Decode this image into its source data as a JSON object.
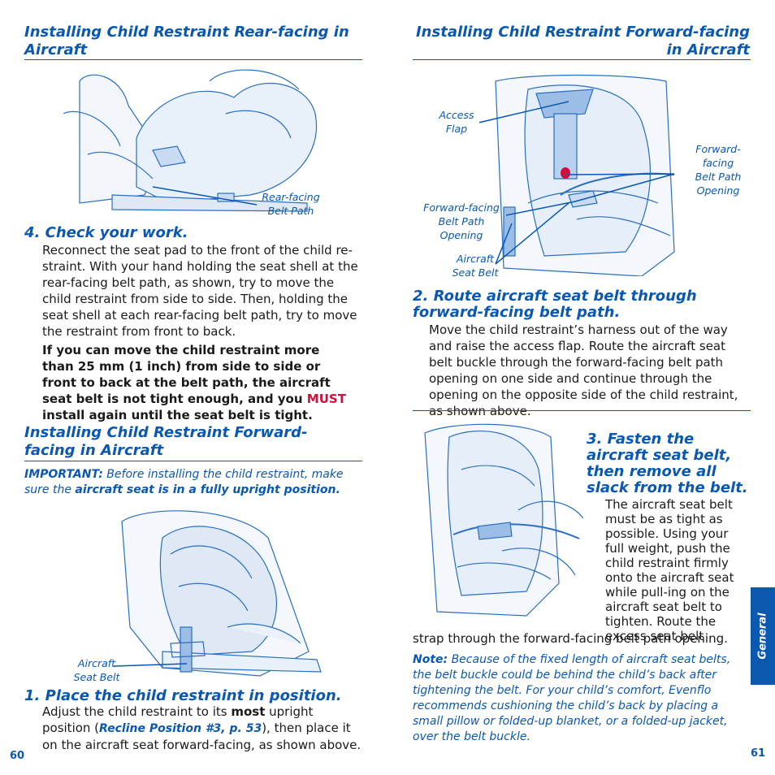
{
  "left": {
    "section1_title": "Installing Child Restraint Rear-facing in Aircraft",
    "caption_rear_belt_path": "Rear-facing Belt Path",
    "step4_title": "4. Check your work.",
    "step4_body": "Reconnect the seat pad to the front of the child re-straint. With your hand holding the seat shell at the rear-facing belt path, as shown, try to move the child restraint from side to side. Then, holding the seat shell at each rear-facing belt path, try to move the restraint from front to back.",
    "step4_warning_a": "If you can move the child restraint more than 25 mm (1 inch) from side to side or front to back ",
    "step4_warning_b": "at the belt path",
    "step4_warning_c": ", the aircraft seat belt is not tight enough, and you ",
    "step4_warning_must": "MUST",
    "step4_warning_d": " install again until the seat belt is tight.",
    "section2_title": "Installing Child Restraint Forward-facing in Aircraft",
    "important_label": "IMPORTANT:",
    "important_text": " Before installing the child restraint, make sure the ",
    "important_bold": "aircraft seat is in a fully upright position.",
    "caption_aircraft_belt": "Aircraft Seat Belt",
    "step1_title": "1. Place the child restraint in position.",
    "step1_a": "Adjust the child restraint to its ",
    "step1_most": "most",
    "step1_b": " upright position (",
    "step1_ref": "Recline Position #3, p. 53",
    "step1_c": "), then place it on the aircraft seat forward-facing, as shown above.",
    "page_number": "60"
  },
  "right": {
    "section_title": "Installing Child Restraint Forward-facing in Aircraft",
    "caption_access_flap": "Access Flap",
    "caption_ff_opening_right": "Forward-facing Belt Path Opening",
    "caption_ff_opening_left": "Forward-facing Belt Path Opening",
    "caption_aircraft_belt": "Aircraft Seat Belt",
    "step2_title": "2. Route aircraft seat belt through forward-facing belt path.",
    "step2_body": "Move the child restraint’s harness out of the way and raise the access flap. Route the aircraft seat belt buckle through the forward-facing belt path opening on one side and continue through the opening on the opposite side of the child restraint, as shown above.",
    "step3_title": "3. Fasten the aircraft seat belt, then remove all slack from the belt.",
    "step3_body": "The aircraft seat belt must be as tight as possible. Using your full weight, push the child restraint firmly onto the aircraft seat while pull-ing on the aircraft seat belt to tighten. Route the excess seat belt",
    "step3_body_cont": "strap through the forward-facing belt path opening.",
    "note_label": "Note:",
    "note_text": " Because of the fixed length of aircraft seat belts, the belt buckle could be behind the child’s back after tightening the belt. For your child’s comfort, Evenflo recommends cushioning the child’s back by placing a small pillow or folded-up blanket, or a folded-up jacket, over the belt buckle.",
    "side_tab": "General",
    "page_number": "61"
  },
  "colors": {
    "accent": "#0a58b0",
    "warning": "#d0103a",
    "tab": "#0a58b0"
  }
}
